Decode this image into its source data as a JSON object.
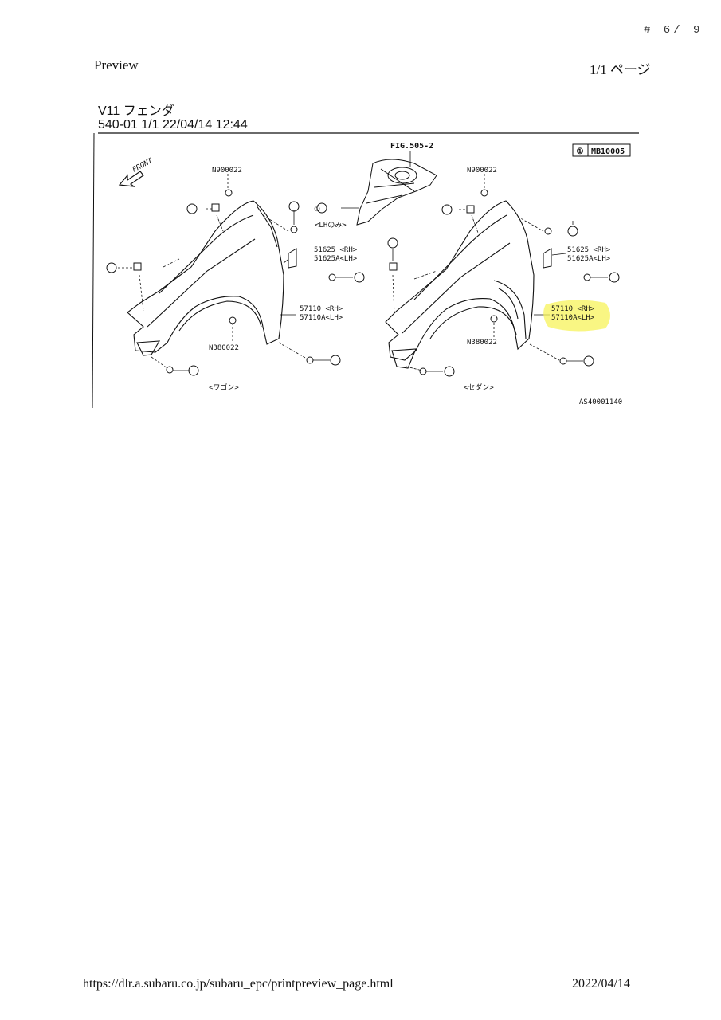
{
  "header": {
    "page_counter": "# 6/ 9",
    "left": "Preview",
    "right": "1/1 ページ"
  },
  "doc": {
    "title_line1": "V11 フェンダ",
    "title_line2": "540-01 1/1 22/04/14 12:44"
  },
  "diagram": {
    "ref_box": "MB10005",
    "ref_symbol": "①",
    "front_label": "FRONT",
    "fig_ref": "FIG.505-2",
    "lh_only": "<LHのみ>",
    "clip_symbol": "①",
    "left": {
      "top_bolt": "N900022",
      "bracket_rh": "51625 <RH>",
      "bracket_lh": "51625A<LH>",
      "fender_rh": "57110 <RH>",
      "fender_lh": "57110A<LH>",
      "bottom_nut": "N380022",
      "caption": "<ワゴン>"
    },
    "right": {
      "top_bolt": "N900022",
      "bracket_rh": "51625 <RH>",
      "bracket_lh": "51625A<LH>",
      "fender_rh": "57110 <RH>",
      "fender_lh": "57110A<LH>",
      "bottom_nut": "N380022",
      "caption": "<セダン>"
    },
    "illustration_code": "AS40001140",
    "highlight_color": "#f7f35a"
  },
  "footer": {
    "url": "https://dlr.a.subaru.co.jp/subaru_epc/printpreview_page.html",
    "date": "2022/04/14"
  }
}
